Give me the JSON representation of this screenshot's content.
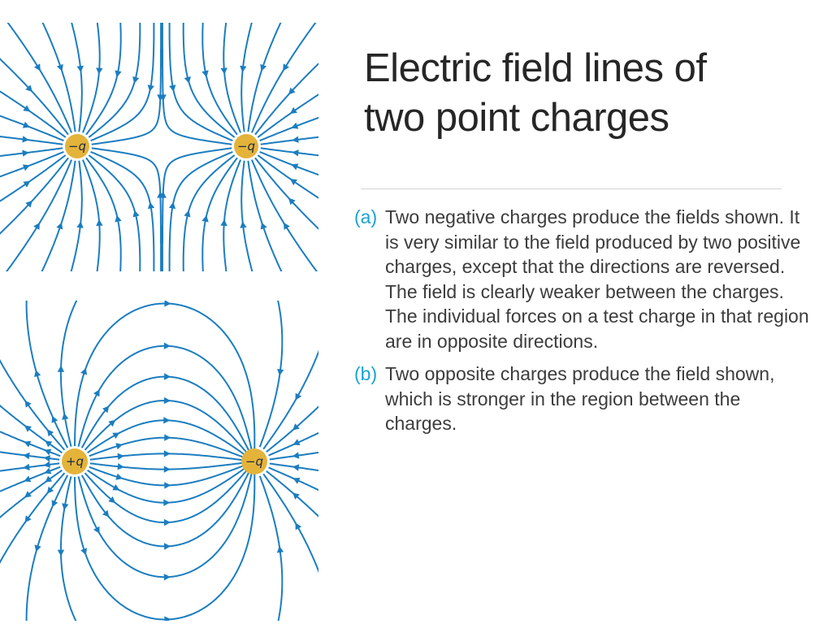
{
  "title": {
    "line1": "Electric field lines of",
    "line2": "two point charges"
  },
  "captions": [
    {
      "marker": "(a)",
      "text": "Two negative charges produce the fields shown. It is very similar to the field produced by two positive charges, except that the directions are reversed. The field is clearly weaker between the charges. The individual forces on a test charge in that region are in opposite directions."
    },
    {
      "marker": "(b)",
      "text": "Two opposite charges produce the field shown, which is stronger in the region between the charges."
    }
  ],
  "figure_a": {
    "left_charge": "−q",
    "right_charge": "−q"
  },
  "figure_b": {
    "left_charge": "+q",
    "right_charge": "−q"
  },
  "colors": {
    "field_line": "#1b7dc0",
    "charge_fill": "#e4b33a",
    "accent": "#1aa3d6"
  }
}
